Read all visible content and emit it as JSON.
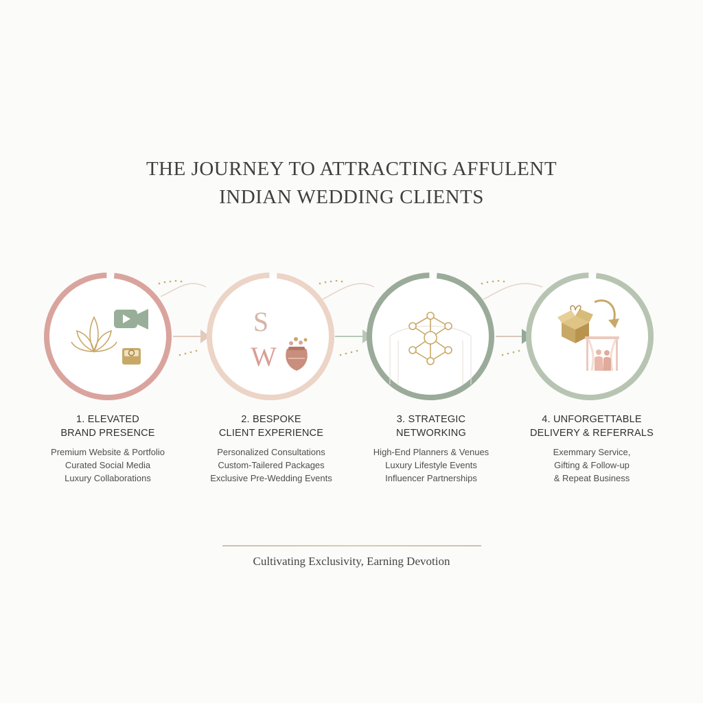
{
  "title": {
    "line1": "THE JOURNEY TO ATTRACTING AFFULENT",
    "line2": "INDIAN WEDDING CLIENTS"
  },
  "stages": [
    {
      "number_title": "1. ELEVATED",
      "title_line2": "BRAND PRESENCE",
      "items": [
        "Premium Website & Portfolio",
        "Curated Social Media",
        "Luxury Collaborations"
      ],
      "ring_color": "#d9a49d",
      "icons": [
        "lotus-icon",
        "video-camera-icon",
        "ring-box-icon"
      ]
    },
    {
      "number_title": "2. BESPOKE",
      "title_line2": "CLIENT EXPERIENCE",
      "items": [
        "Personalized Consultations",
        "Custom-Tailered Packages",
        "Exclusive Pre-Wedding Events"
      ],
      "ring_color": "#ecd4c6",
      "monogram_top": "S",
      "monogram_bottom": "W",
      "icons": [
        "monogram-icon",
        "kalash-pot-icon"
      ]
    },
    {
      "number_title": "3. STRATEGIC",
      "title_line2": "NETWORKING",
      "items": [
        "High-End Planners & Venues",
        "Luxury Lifestyle Events",
        "Influencer Partnerships"
      ],
      "ring_color": "#9aab99",
      "icons": [
        "network-icon",
        "mandap-outline-icon"
      ]
    },
    {
      "number_title": "4. UNFORGETTABLE",
      "title_line2": "DELIVERY & REFERRALS",
      "items": [
        "Exemmary Service,",
        "Gifting & Follow-up",
        "& Repeat Business"
      ],
      "ring_color": "#b7c4b2",
      "icons": [
        "gift-box-icon",
        "return-arrow-icon",
        "couple-mandap-icon"
      ]
    }
  ],
  "tagline": "Cultivating Exclusivity, Earning Devotion",
  "colors": {
    "background": "#fbfbfa",
    "gold": "#c8a867",
    "rose": "#d9a49d",
    "blush": "#ecd4c6",
    "sage": "#9aab99",
    "mint": "#b7c4b2"
  }
}
